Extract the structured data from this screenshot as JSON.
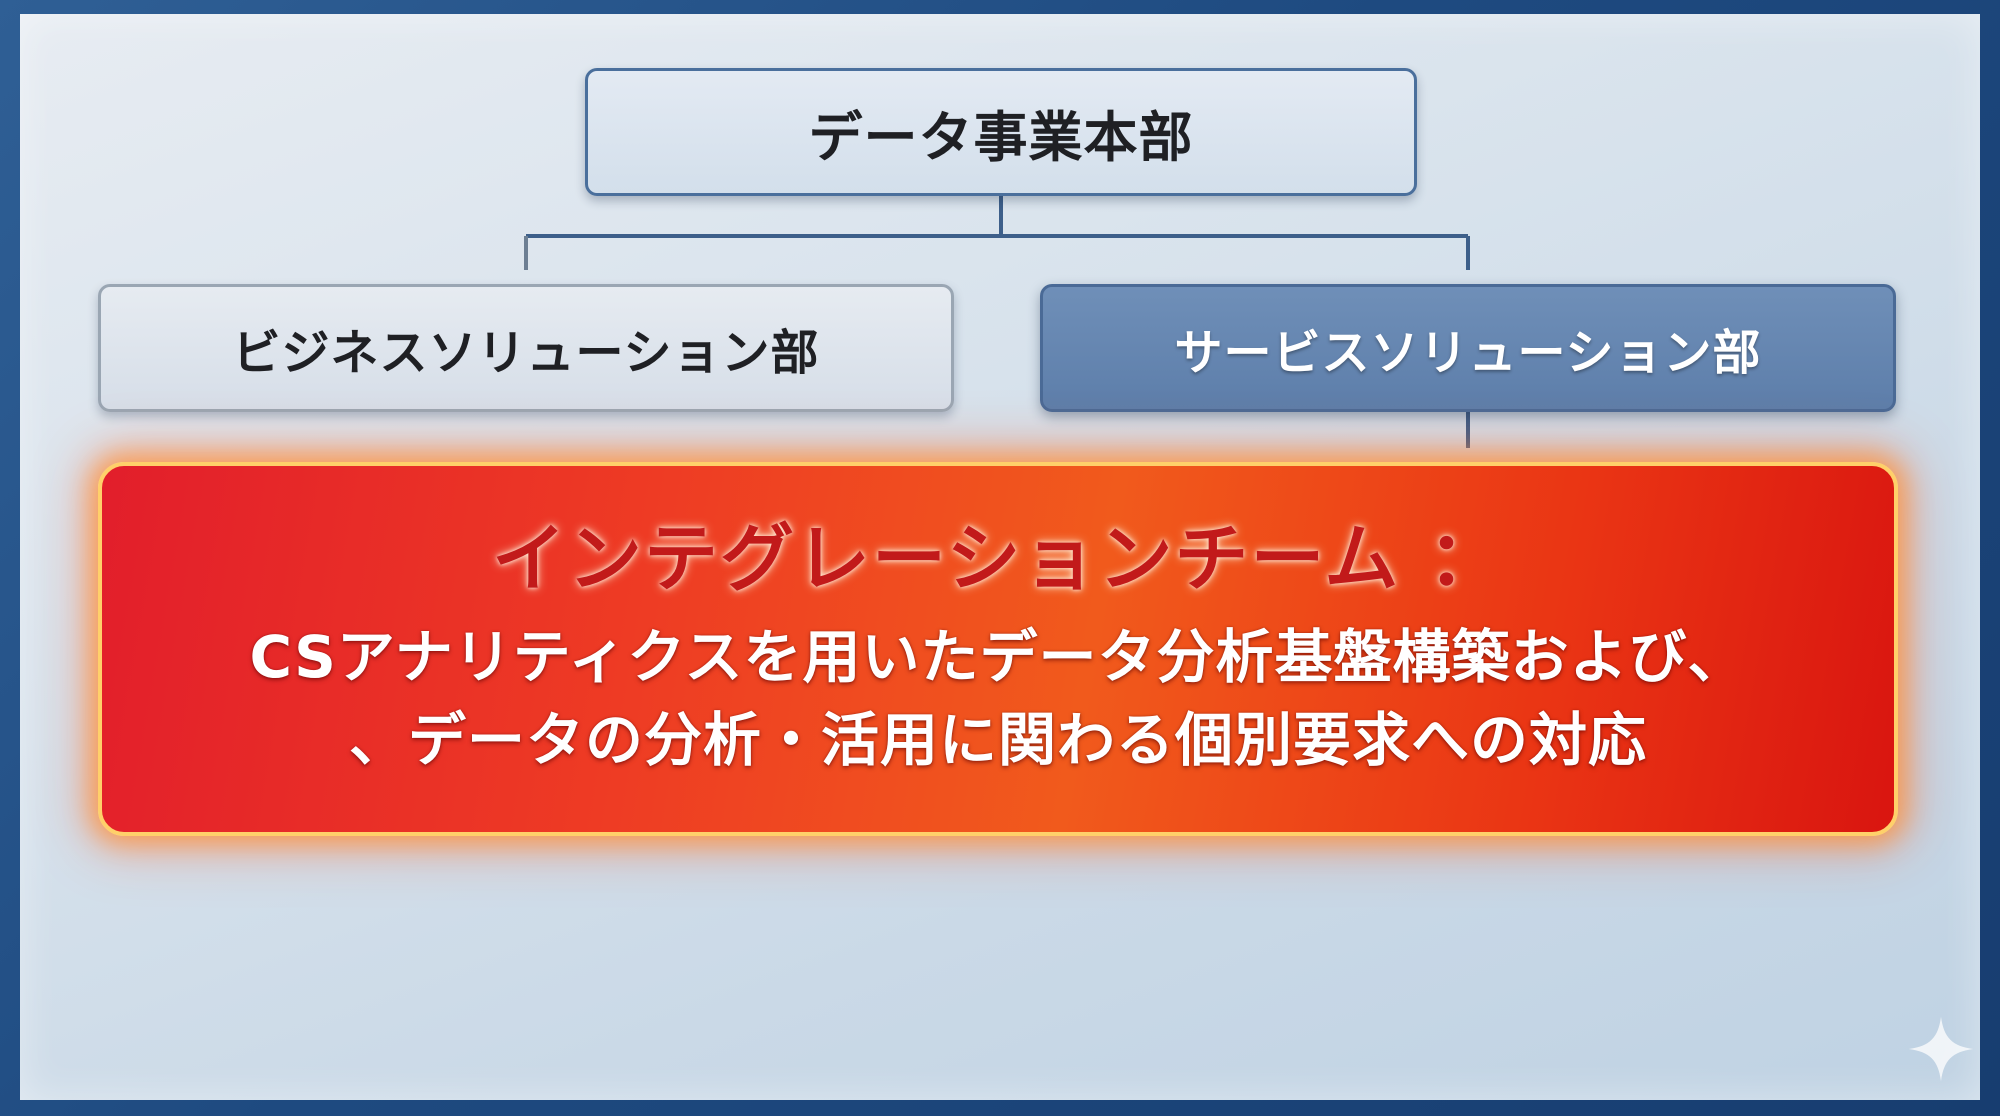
{
  "org_chart": {
    "top": {
      "label": "データ事業本部"
    },
    "departments": [
      {
        "label": "ビジネスソリューション部",
        "highlighted": false
      },
      {
        "label": "サービスソリューション部",
        "highlighted": true
      }
    ],
    "team": {
      "title": "インテグレーションチーム ：",
      "description_lines": [
        "CSアナリティクスを用いたデータ分析基盤構築および、",
        "、データの分析・活用に関わる個別要求への対応"
      ]
    }
  },
  "colors": {
    "background_frame": "#1e4a80",
    "connector_line": "#3d5f8a",
    "department_highlight": "#5d7eaa",
    "team_box_red": "#e21e2b",
    "team_box_orange": "#f15a1c",
    "team_title": "#c21a1a"
  },
  "icons": {
    "corner_mark": "sparkle-icon"
  }
}
